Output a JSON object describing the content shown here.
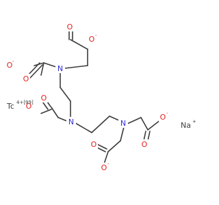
{
  "atoms": {
    "n1": "N",
    "n2": "N",
    "n3": "N",
    "o": "O",
    "tc": "Tc",
    "na": "Na"
  },
  "charges": {
    "minus": "-",
    "plus": "+",
    "tc_charge": "4+[99]"
  },
  "colors": {
    "bond": "#3b3b3b",
    "nitrogen": "#2f2fd6",
    "oxygen": "#e52020",
    "metal": "#404040"
  }
}
